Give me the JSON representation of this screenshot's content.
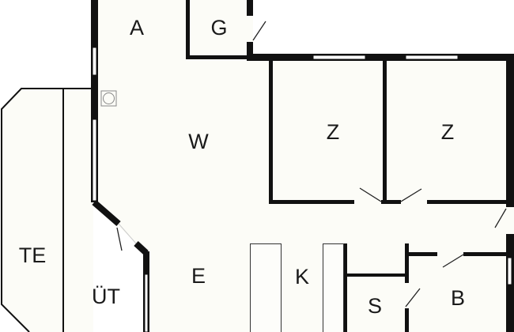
{
  "floorplan": {
    "colors": {
      "interior": "#fcfcf7",
      "wall": "#111111",
      "background": "#ffffff"
    },
    "rooms": {
      "a": "A",
      "g": "G",
      "w": "W",
      "z1": "Z",
      "z2": "Z",
      "te": "TE",
      "ut": "ÜT",
      "e": "E",
      "k": "K",
      "s": "S",
      "b": "B"
    },
    "icons": {
      "ventilation": "fan-symbol-icon"
    }
  }
}
